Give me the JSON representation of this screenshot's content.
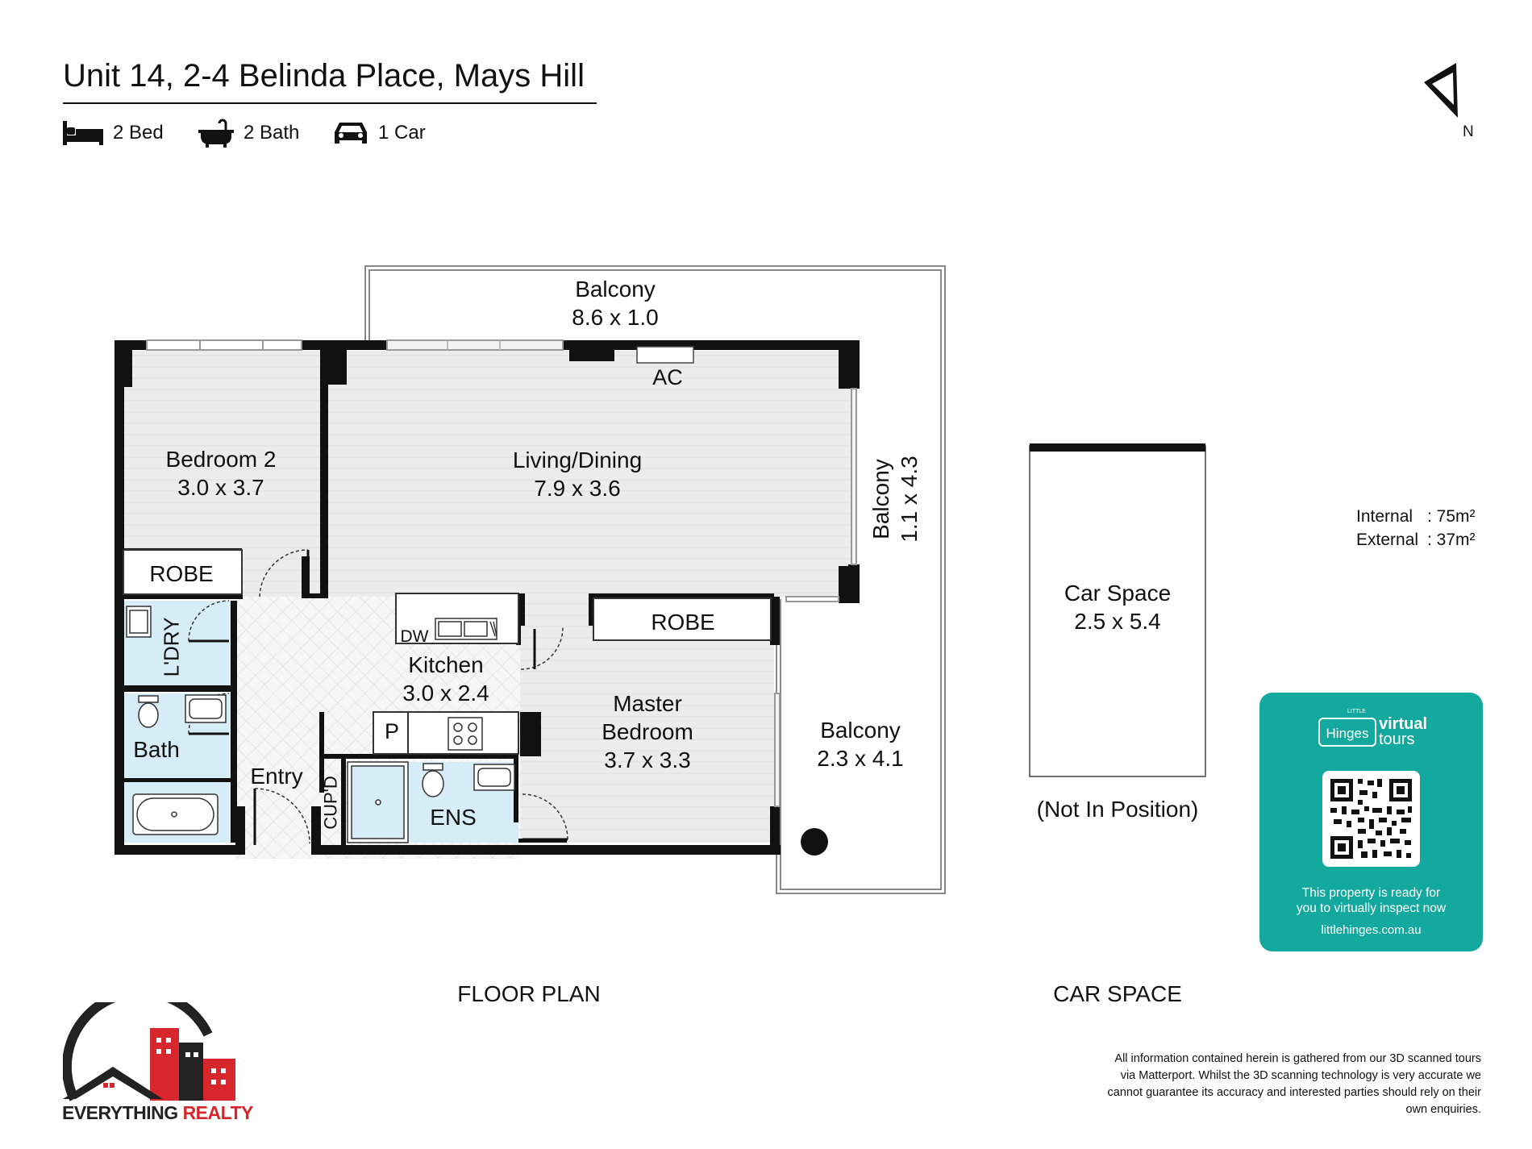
{
  "header": {
    "title": "Unit 14, 2-4 Belinda Place, Mays Hill",
    "features": [
      {
        "icon": "bed-icon",
        "label": "2 Bed"
      },
      {
        "icon": "bath-icon",
        "label": "2 Bath"
      },
      {
        "icon": "car-icon",
        "label": "1 Car"
      }
    ],
    "compass_label": "N"
  },
  "rooms": {
    "balcony_top": {
      "name": "Balcony",
      "size": "8.6 x 1.0"
    },
    "balcony_side": {
      "name": "Balcony",
      "size": "1.1 x 4.3"
    },
    "balcony_lower": {
      "name": "Balcony",
      "size": "2.3 x 4.1"
    },
    "bedroom2": {
      "name": "Bedroom 2",
      "size": "3.0 x 3.7"
    },
    "living": {
      "name": "Living/Dining",
      "size": "7.9 x 3.6"
    },
    "kitchen": {
      "name": "Kitchen",
      "size": "3.0 x 2.4"
    },
    "master": {
      "name": "Master",
      "name2": "Bedroom",
      "size": "3.7 x 3.3"
    },
    "robe1": "ROBE",
    "robe2": "ROBE",
    "laundry": "L'DRY",
    "bath": "Bath",
    "entry": "Entry",
    "cupboard": "CUP'D",
    "ensuite": "ENS",
    "ac": "AC",
    "dishwasher": "DW",
    "pantry": "P"
  },
  "car_space": {
    "name": "Car Space",
    "size": "2.5 x 5.4",
    "note": "(Not In Position)"
  },
  "areas": {
    "internal_label": "Internal",
    "internal_value": "75m²",
    "external_label": "External",
    "external_value": "37m²"
  },
  "captions": {
    "floor_plan": "FLOOR PLAN",
    "car_space": "CAR SPACE"
  },
  "virtual_tour": {
    "brand_small": "LITTLE",
    "brand": "Hinges",
    "virtual": "virtual",
    "tours": "tours",
    "line1": "This property is ready for",
    "line2": "you to virtually inspect now",
    "site": "littlehinges.com.au",
    "color": "#14a99e"
  },
  "logo": {
    "word1": "EVERYTHING",
    "word2": "REALTY",
    "accent": "#d7272c"
  },
  "disclaimer": "All information contained herein is gathered from our 3D scanned tours via Matterport. Whilst the 3D scanning technology is very accurate we cannot guarantee its accuracy and interested parties should rely on their own enquiries."
}
